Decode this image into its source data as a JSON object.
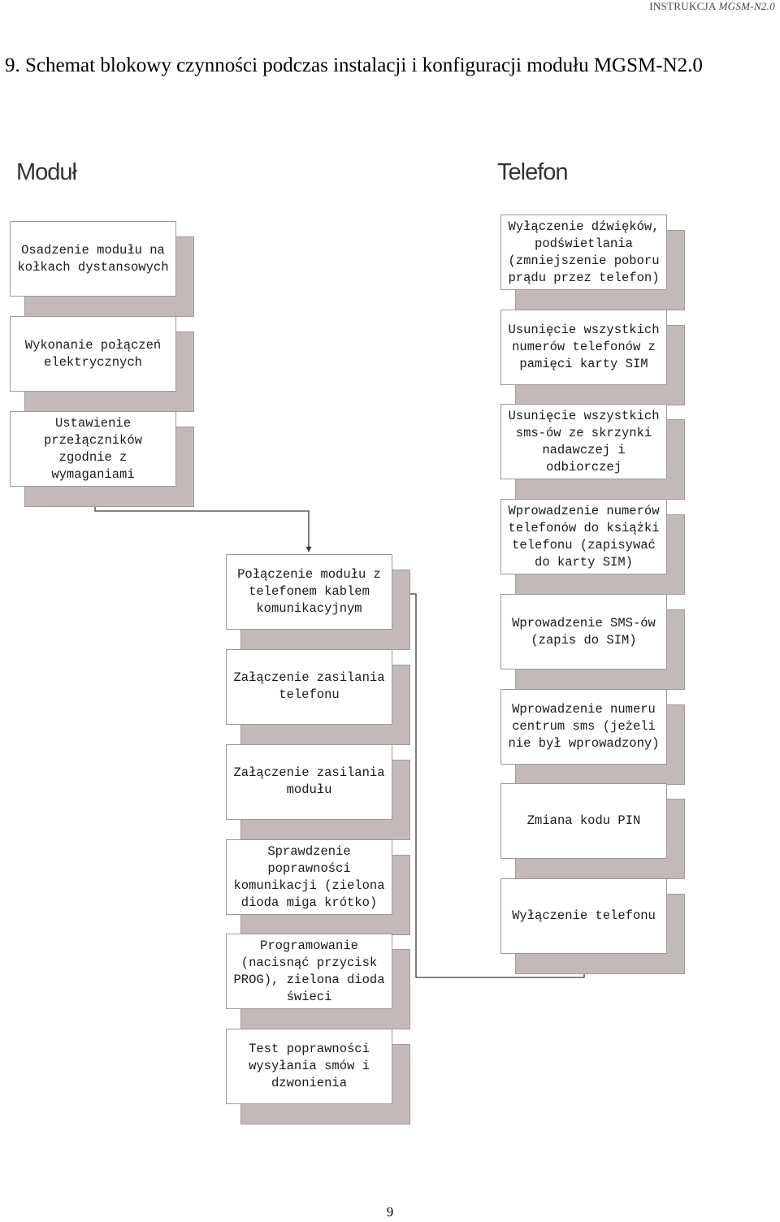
{
  "header": {
    "prefix": "INSTRUKCJA ",
    "model": "MGSM-N2.0"
  },
  "section_title": "9.  Schemat blokowy czynności podczas instalacji i konfiguracji modułu MGSM-N2.0",
  "columns": {
    "left": "Moduł",
    "right": "Telefon"
  },
  "modul_steps": [
    "Osadzenie modułu na kołkach dystansowych",
    "Wykonanie połączeń elektrycznych",
    "Ustawienie przełączników zgodnie z wymaganiami"
  ],
  "center_steps": [
    "Połączenie modułu z telefonem kablem komunikacyjnym",
    "Załączenie zasilania telefonu",
    "Załączenie zasilania modułu",
    "Sprawdzenie poprawności komunikacji (zielona dioda miga krótko)",
    "Programowanie (nacisnąć przycisk PROG), zielona dioda świeci",
    "Test poprawności wysyłania smów i dzwonienia"
  ],
  "telefon_steps": [
    "Wyłączenie dźwięków, podświetlania (zmniejszenie poboru prądu przez telefon)",
    "Usunięcie wszystkich numerów telefonów z pamięci karty SIM",
    "Usunięcie wszystkich sms-ów ze skrzynki nadawczej i odbiorczej",
    "Wprowadzenie numerów telefonów do książki telefonu (zapisywać do karty SIM)",
    "Wprowadzenie SMS-ów (zapis do SIM)",
    "Wprowadzenie numeru centrum sms (jeżeli nie był wprowadzony)",
    "Zmiana kodu PIN",
    "Wyłączenie telefonu"
  ],
  "page_number": "9"
}
